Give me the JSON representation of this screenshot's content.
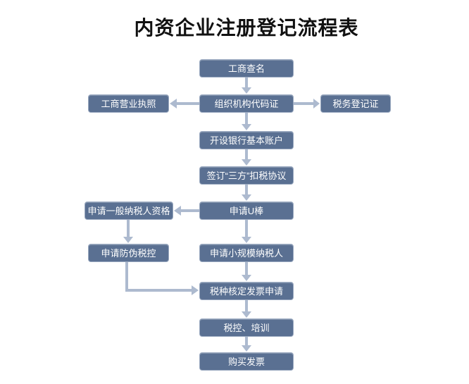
{
  "title": "内资企业注册登记流程表",
  "colors": {
    "node_fill": "#5a7092",
    "node_border": "#9aa9c0",
    "node_text": "#ffffff",
    "connector": "#adbacf",
    "title_text": "#111111",
    "background": "#ffffff"
  },
  "flowchart": {
    "nodes": [
      {
        "id": "check-name",
        "label": "工商查名"
      },
      {
        "id": "business-license",
        "label": "工商营业执照"
      },
      {
        "id": "org-code",
        "label": "组织机构代码证"
      },
      {
        "id": "tax-reg",
        "label": "税务登记证"
      },
      {
        "id": "bank",
        "label": "开设银行基本账户"
      },
      {
        "id": "tripartite",
        "label": "签订“三方”扣税协议"
      },
      {
        "id": "general-taxpayer",
        "label": "申请一般纳税人资格"
      },
      {
        "id": "ukey",
        "label": "申请U棒"
      },
      {
        "id": "anti-counterfeit",
        "label": "申请防伪税控"
      },
      {
        "id": "small-scale",
        "label": "申请小规模纳税人"
      },
      {
        "id": "tax-type",
        "label": "税种核定发票申请"
      },
      {
        "id": "training",
        "label": "税控、培训"
      },
      {
        "id": "buy-invoice",
        "label": "购买发票"
      }
    ],
    "edges": [
      {
        "from": "check-name",
        "to": "org-code"
      },
      {
        "from": "org-code",
        "to": "business-license"
      },
      {
        "from": "org-code",
        "to": "tax-reg"
      },
      {
        "from": "org-code",
        "to": "bank"
      },
      {
        "from": "bank",
        "to": "tripartite"
      },
      {
        "from": "tripartite",
        "to": "ukey"
      },
      {
        "from": "ukey",
        "to": "general-taxpayer"
      },
      {
        "from": "ukey",
        "to": "small-scale"
      },
      {
        "from": "general-taxpayer",
        "to": "anti-counterfeit"
      },
      {
        "from": "anti-counterfeit",
        "to": "tax-type"
      },
      {
        "from": "small-scale",
        "to": "tax-type"
      },
      {
        "from": "tax-type",
        "to": "training"
      },
      {
        "from": "training",
        "to": "buy-invoice"
      }
    ]
  }
}
